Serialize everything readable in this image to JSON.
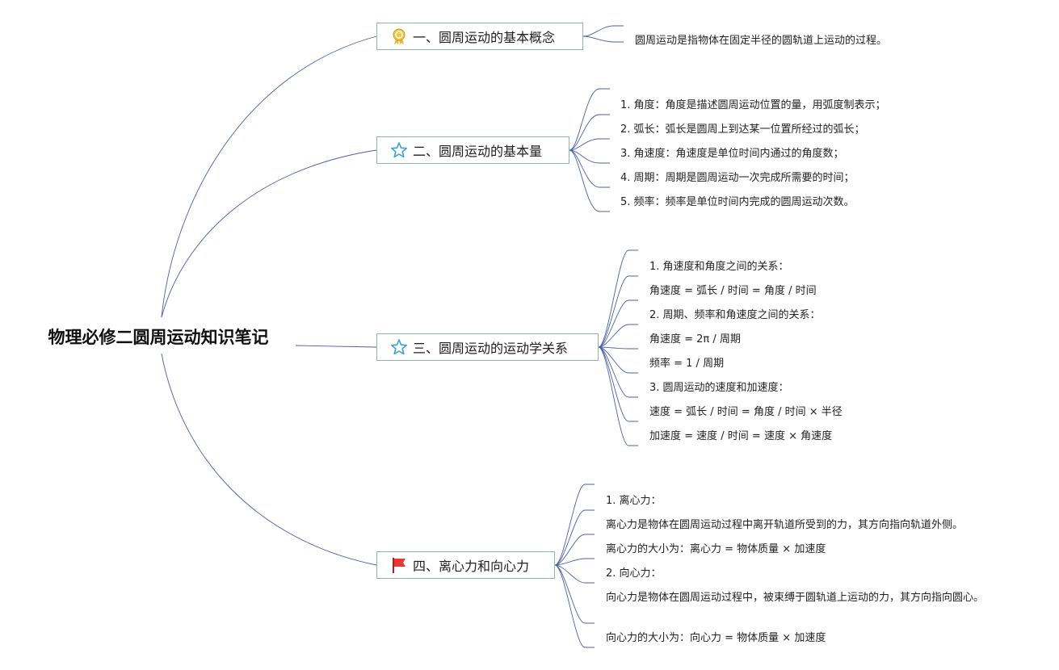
{
  "root": {
    "title": "物理必修二圆周运动知识笔记"
  },
  "branches": [
    {
      "label": "一、圆周运动的基本概念",
      "icon": "award-ribbon-icon",
      "items": [
        "圆周运动是指物体在固定半径的圆轨道上运动的过程。"
      ]
    },
    {
      "label": "二、圆周运动的基本量",
      "icon": "star-icon",
      "items": [
        "1. 角度：角度是描述圆周运动位置的量，用弧度制表示；",
        "2. 弧长：弧长是圆周上到达某一位置所经过的弧长；",
        "3. 角速度：角速度是单位时间内通过的角度数；",
        "4. 周期：周期是圆周运动一次完成所需要的时间；",
        "5. 频率：频率是单位时间内完成的圆周运动次数。"
      ]
    },
    {
      "label": "三、圆周运动的运动学关系",
      "icon": "star-icon",
      "items": [
        "1. 角速度和角度之间的关系：",
        "角速度 = 弧长 / 时间 = 角度 / 时间",
        "2. 周期、频率和角速度之间的关系：",
        "角速度 = 2π / 周期",
        "频率 = 1 / 周期",
        "3. 圆周运动的速度和加速度：",
        "速度 = 弧长 / 时间 = 角度 / 时间 × 半径",
        "加速度 = 速度 / 时间 = 速度 × 角速度"
      ]
    },
    {
      "label": "四、离心力和向心力",
      "icon": "red-flag-icon",
      "items": [
        "1. 离心力：",
        "离心力是物体在圆周运动过程中离开轨道所受到的力，其方向指向轨道外侧。",
        "离心力的大小为：离心力 = 物体质量 × 加速度",
        "2. 向心力：",
        "向心力是物体在圆周运动过程中，被束缚于圆轨道上运动的力，其方向指向圆心。",
        "向心力的大小为：向心力 = 物体质量 × 加速度"
      ]
    }
  ],
  "colors": {
    "connector": "#4a5fa8",
    "branch_border": "#8fb4a8",
    "star": "#3aa0d8",
    "flag": "#e53935",
    "award": "#e8b93a"
  }
}
